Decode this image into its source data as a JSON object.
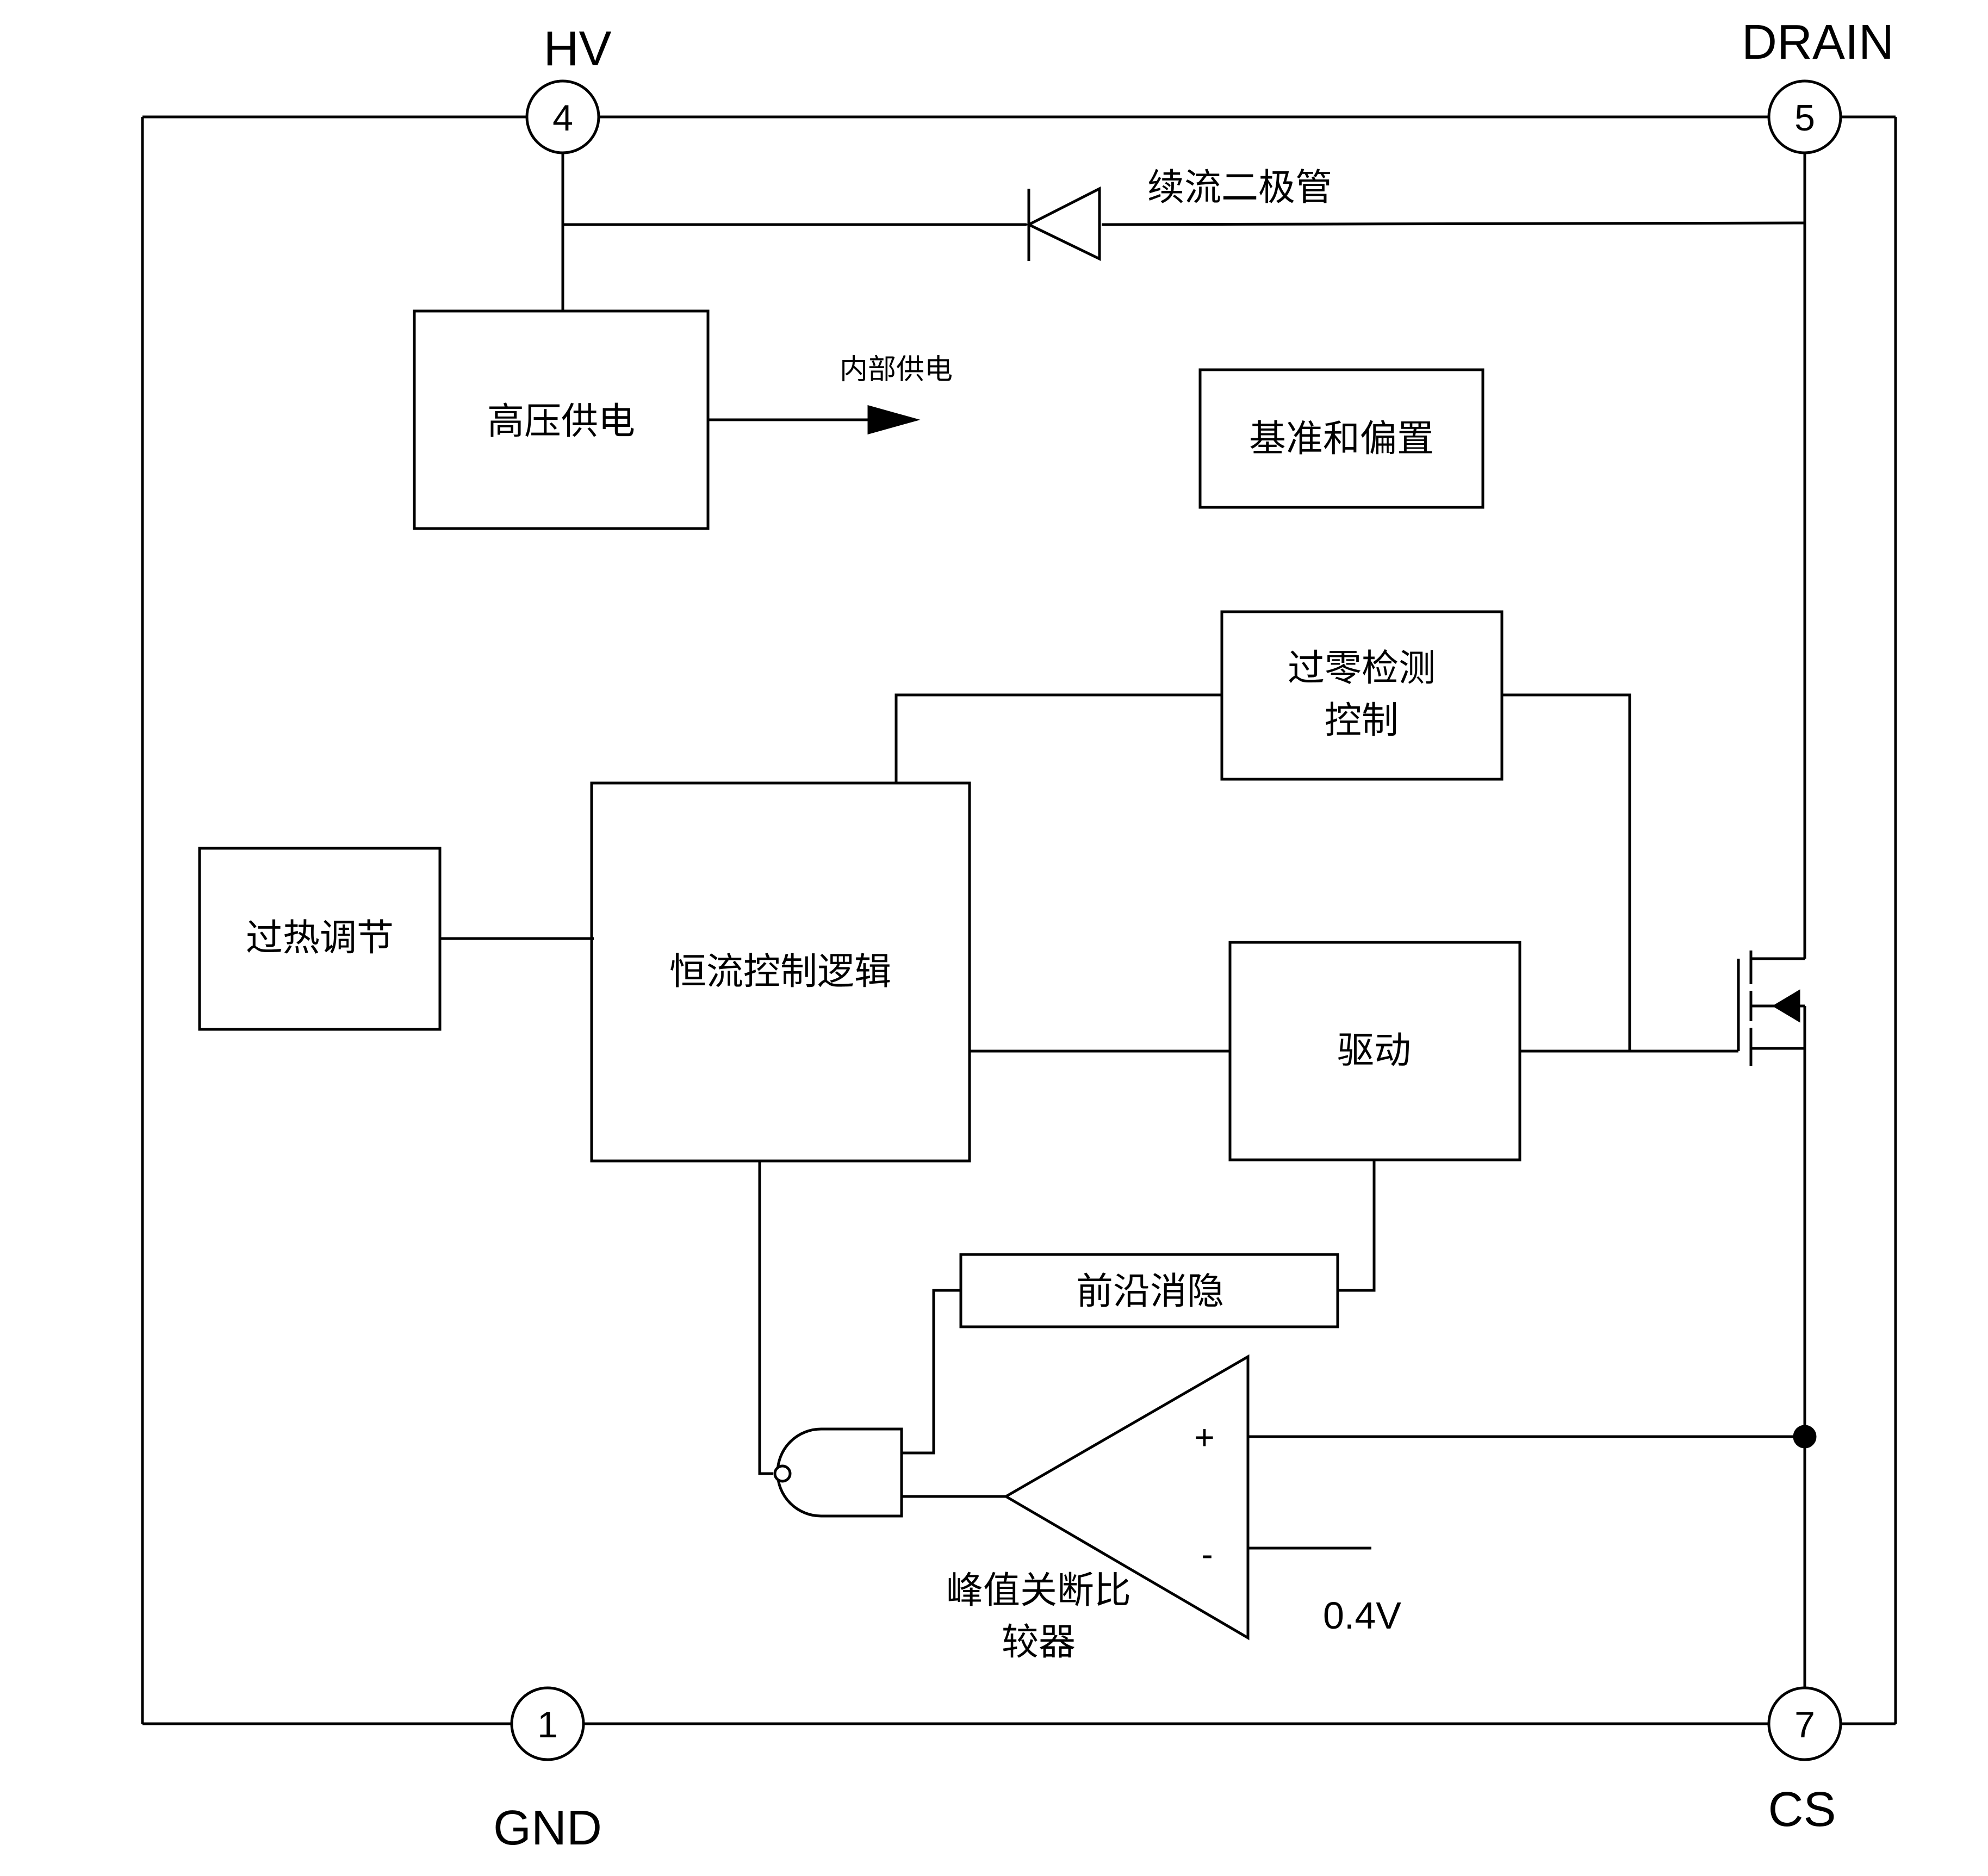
{
  "pins": {
    "hv": {
      "label": "HV",
      "number": "4"
    },
    "drain": {
      "label": "DRAIN",
      "number": "5"
    },
    "gnd": {
      "label": "GND",
      "number": "1"
    },
    "cs": {
      "label": "CS",
      "number": "7"
    }
  },
  "labels": {
    "freewheel_diode": "续流二极管",
    "internal_supply": "内部供电",
    "reference_voltage": "0.4V",
    "comparator_line1": "峰值关断比",
    "comparator_line2": "较器",
    "plus_sign": "+",
    "minus_sign": "-"
  },
  "blocks": {
    "hv_supply": "高压供电",
    "reference_bias": "基准和偏置",
    "zero_cross_line1": "过零检测",
    "zero_cross_line2": "控制",
    "thermal_regulation": "过热调节",
    "cc_logic": "恒流控制逻辑",
    "driver": "驱动",
    "leb": "前沿消隐"
  }
}
